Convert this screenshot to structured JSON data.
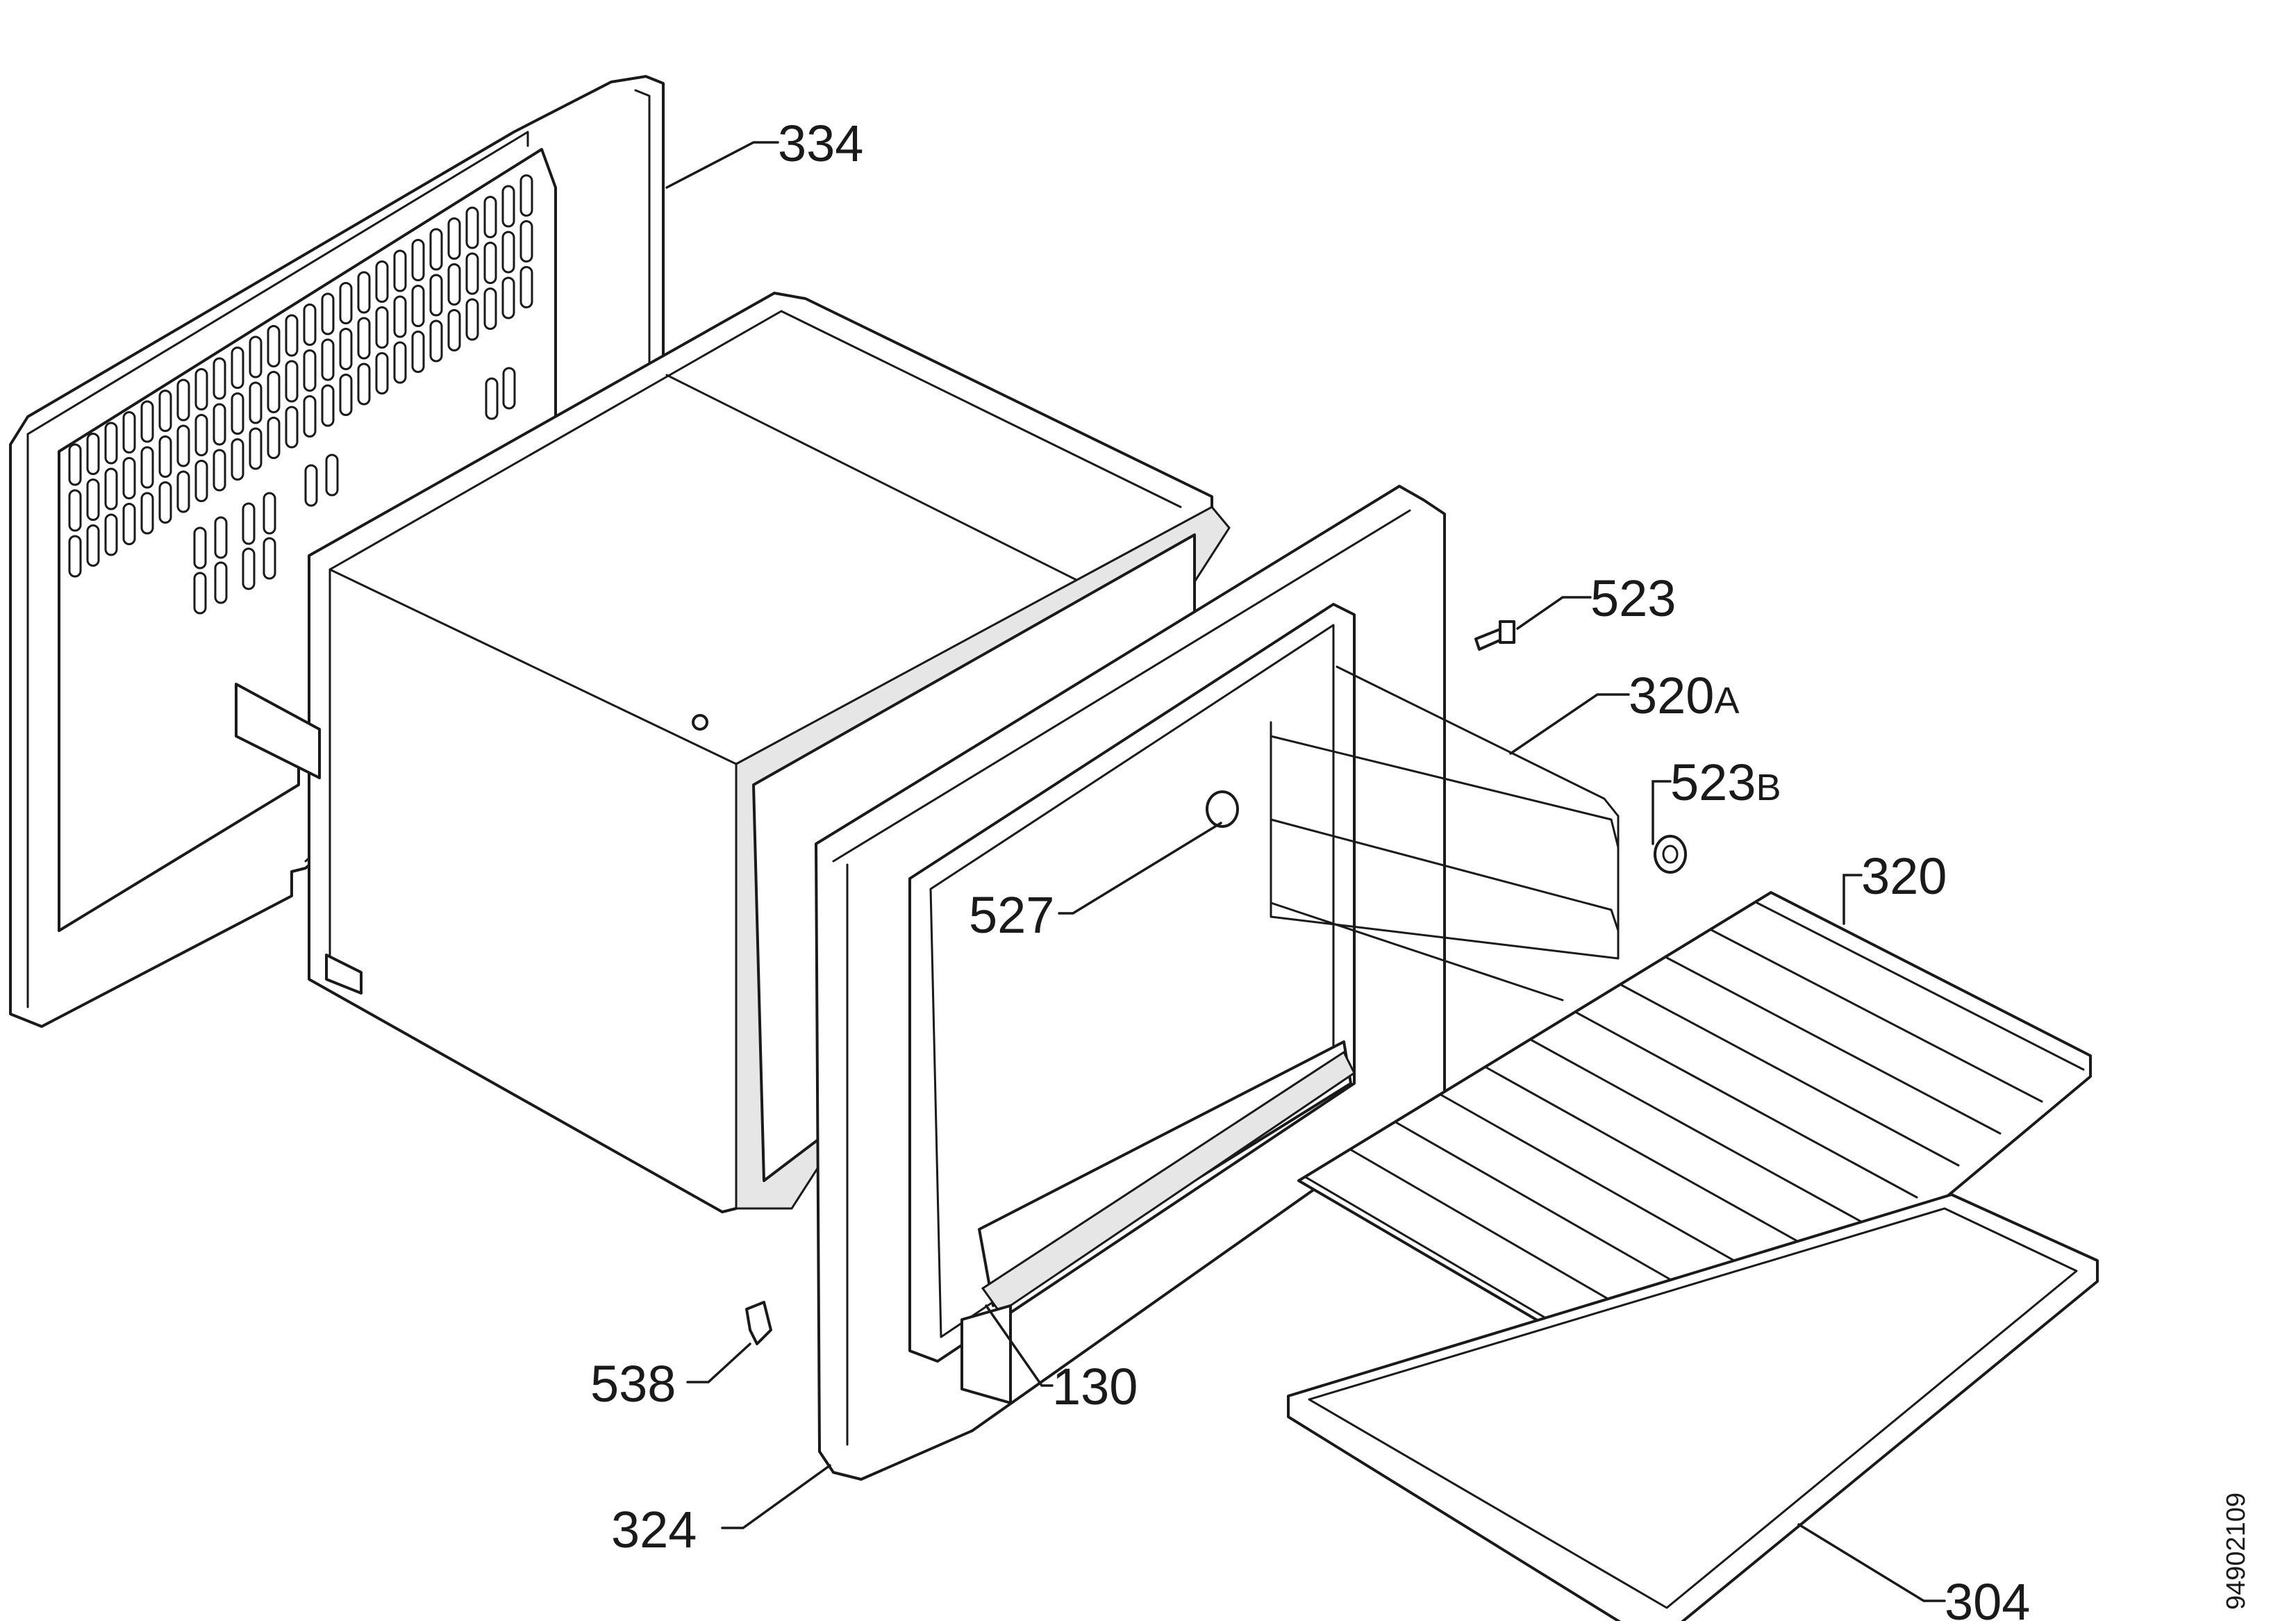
{
  "callouts": [
    {
      "id": "334",
      "label": "334"
    },
    {
      "id": "523",
      "label": "523"
    },
    {
      "id": "320a",
      "label": "320",
      "suffix": "A"
    },
    {
      "id": "523b",
      "label": "523",
      "suffix": "B"
    },
    {
      "id": "320",
      "label": "320"
    },
    {
      "id": "527",
      "label": "527"
    },
    {
      "id": "538",
      "label": "538"
    },
    {
      "id": "130",
      "label": "130"
    },
    {
      "id": "324",
      "label": "324"
    },
    {
      "id": "304",
      "label": "304"
    }
  ],
  "document_id": "94902109"
}
